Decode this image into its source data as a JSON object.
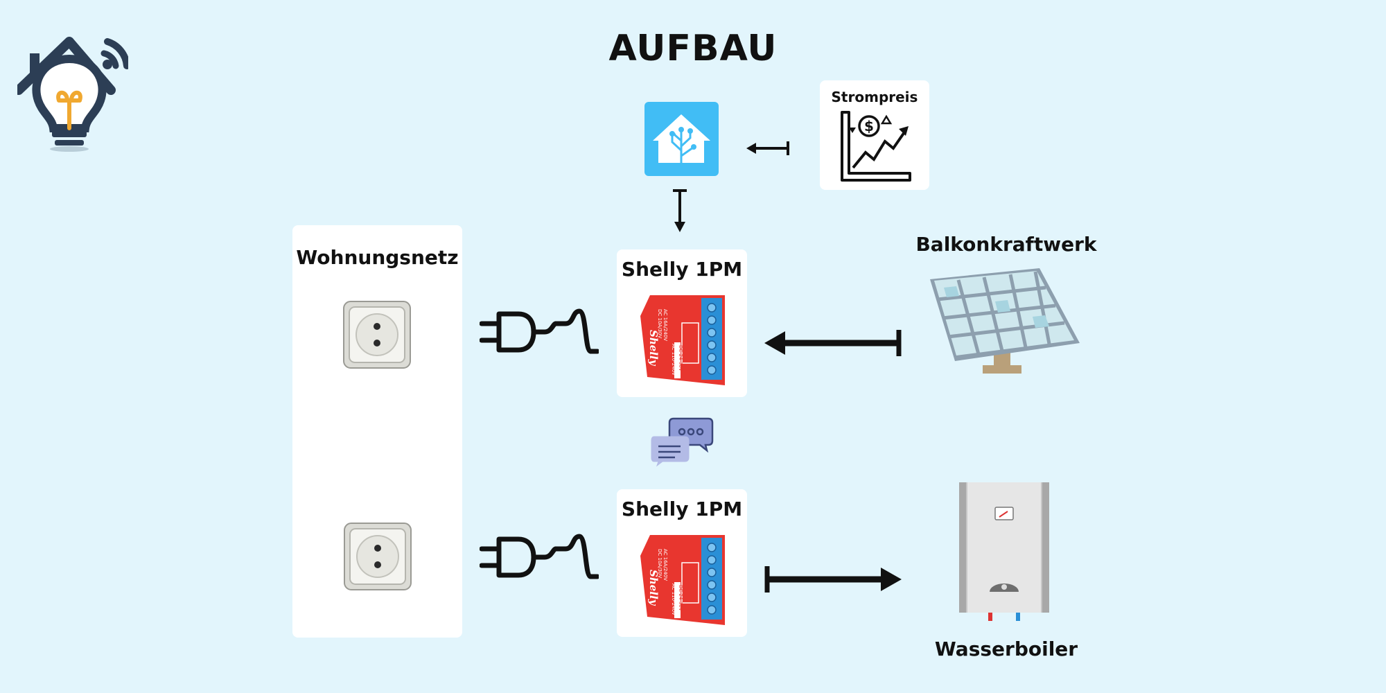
{
  "title": "AUFBAU",
  "labels": {
    "strompreis": "Strompreis",
    "wohnungsnetz": "Wohnungsnetz",
    "shelly_top": "Shelly 1PM",
    "shelly_bottom": "Shelly 1PM",
    "balkonkraftwerk": "Balkonkraftwerk",
    "wasserboiler": "Wasserboiler"
  },
  "device_text": {
    "rating_ac": "AC 16A/240V",
    "rating_dc": "DC 10A/30V",
    "brand": "Shelly",
    "supply_ac": "AC 110-240V",
    "supply_dc": "DC 24-30V"
  },
  "colors": {
    "background": "#e2f5fc",
    "card": "#ffffff",
    "home_assistant": "#41bdf5",
    "shelly_red": "#e8362f",
    "terminal_blue": "#2a8fd6",
    "chat_purple": "#8e9ad6"
  },
  "icons": [
    "smart-home-logo-icon",
    "home-assistant-icon",
    "price-chart-icon",
    "socket-icon",
    "plug-icon",
    "shelly-relay-icon",
    "solar-panel-icon",
    "chat-bubbles-icon",
    "water-boiler-icon"
  ]
}
